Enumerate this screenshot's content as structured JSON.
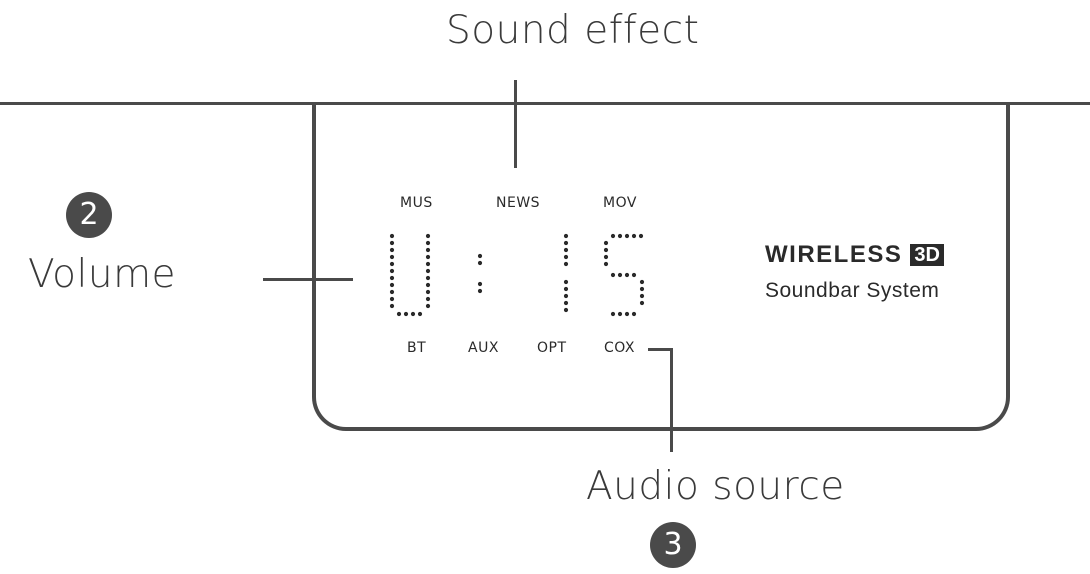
{
  "callouts": {
    "sound_effect": "Sound effect",
    "volume": "Volume",
    "audio_source": "Audio source",
    "badge_volume": "2",
    "badge_source": "3"
  },
  "display": {
    "effect_modes": [
      "MUS",
      "NEWS",
      "MOV"
    ],
    "source_modes": [
      "BT",
      "AUX",
      "OPT",
      "COX"
    ],
    "readout": "U:15"
  },
  "brand": {
    "line1": "WIRELESS",
    "line1_badge": "3D",
    "line2": "Soundbar System"
  }
}
